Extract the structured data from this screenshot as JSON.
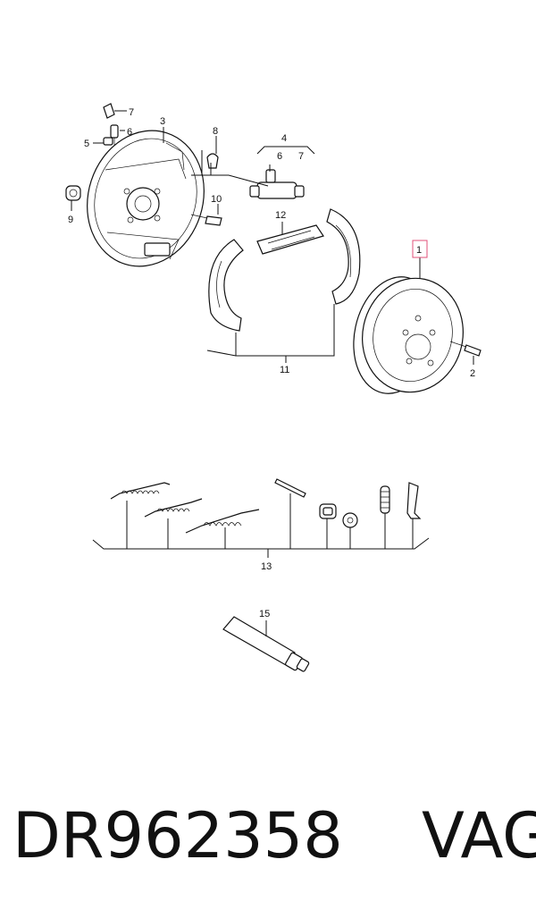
{
  "callouts": {
    "p1": "1",
    "p2": "2",
    "p3": "3",
    "p4": "4",
    "p5": "5",
    "p6a": "6",
    "p6b": "6",
    "p7a": "7",
    "p7b": "7",
    "p8": "8",
    "p9": "9",
    "p10": "10",
    "p11": "11",
    "p12": "12",
    "p13": "13",
    "p15": "15"
  },
  "highlight_color": "#e0507a",
  "caption": {
    "part_code": "DR962358",
    "brand": "VAG"
  }
}
